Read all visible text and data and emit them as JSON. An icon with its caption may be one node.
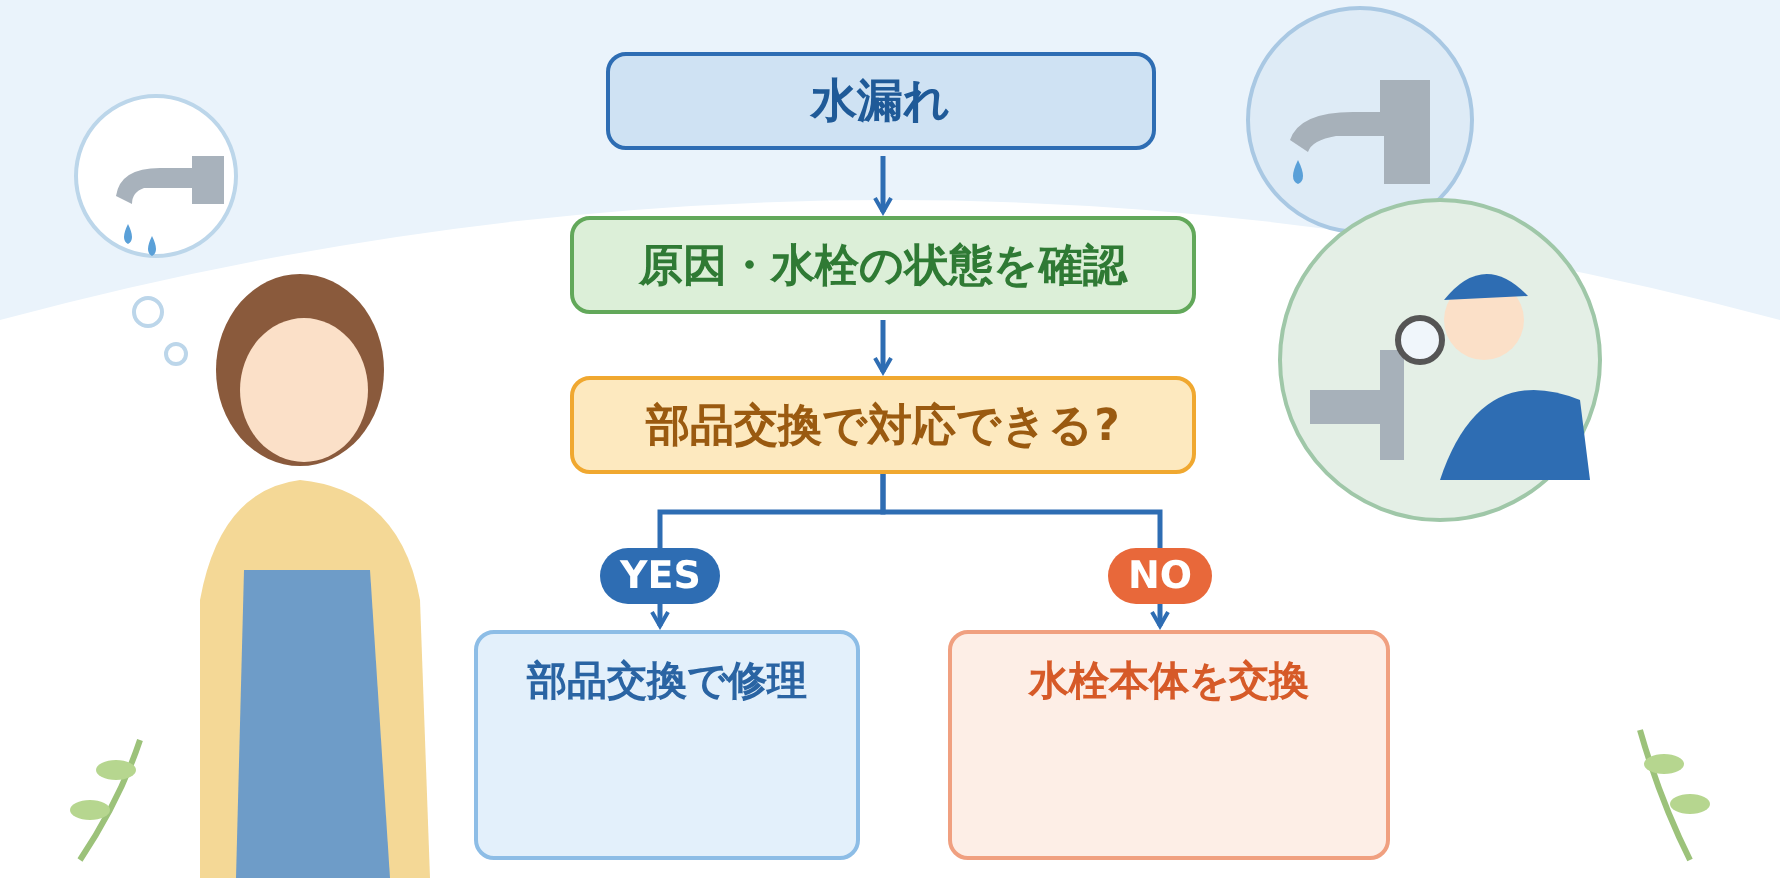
{
  "diagram": {
    "nodes": [
      {
        "text": [
          "水漏れ"
        ]
      },
      {
        "text": [
          "原因・水栓の状態を確認"
        ]
      },
      {
        "text": [
          "部品交換で対応できる?"
        ]
      },
      {
        "text": [
          "部品交換で修理"
        ]
      },
      {
        "text": [
          "水栓本体を交換"
        ]
      }
    ],
    "edges": [
      {
        "from": 0,
        "to": 1,
        "arrow": "to"
      },
      {
        "from": 1,
        "to": 2,
        "arrow": "to"
      },
      {
        "from": 2,
        "to": 3,
        "arrow": "to",
        "label": "YES"
      },
      {
        "from": 2,
        "to": 4,
        "arrow": "to",
        "label": "NO"
      }
    ]
  }
}
